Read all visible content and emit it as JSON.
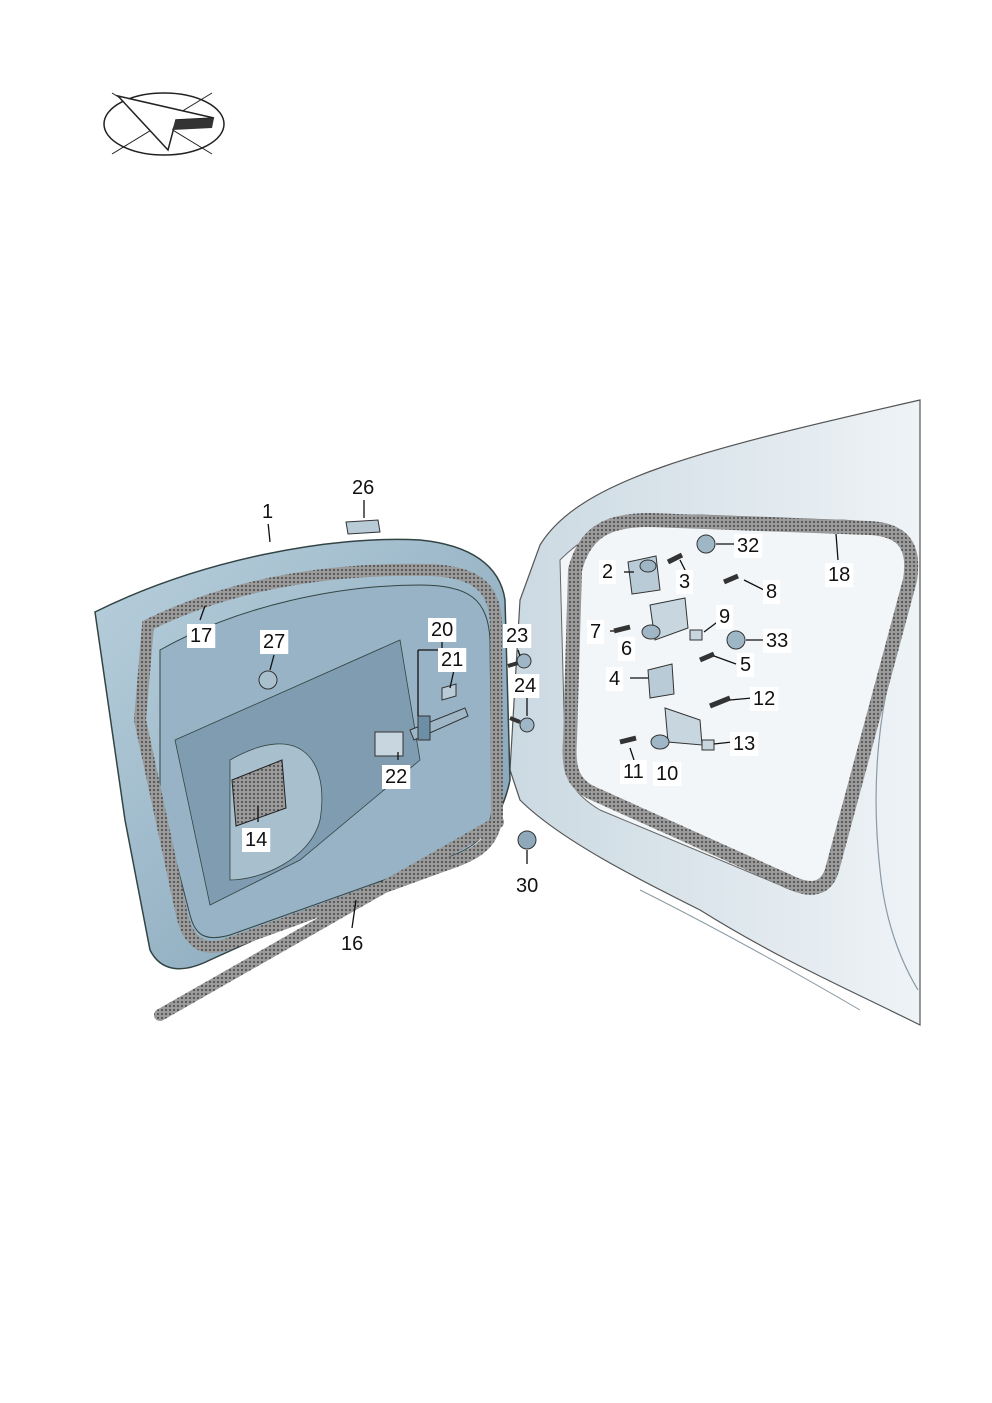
{
  "logo": {
    "icon": "direction-arrow-logo-icon"
  },
  "callouts": {
    "c1": "1",
    "c2": "2",
    "c3": "3",
    "c4": "4",
    "c5": "5",
    "c6": "6",
    "c7": "7",
    "c8": "8",
    "c9": "9",
    "c10": "10",
    "c11": "11",
    "c12": "12",
    "c13": "13",
    "c14": "14",
    "c16": "16",
    "c17": "17",
    "c18": "18",
    "c20": "20",
    "c21": "21",
    "c22": "22",
    "c23": "23",
    "c24": "24",
    "c26": "26",
    "c27": "27",
    "c30": "30",
    "c32": "32",
    "c33": "33"
  },
  "colors": {
    "panel": "#a9c3d2",
    "panel_dark": "#6d8fa6",
    "body": "#e4ecf1",
    "seal": "#8a8a8a",
    "seal_dot": "#3a3a3a",
    "part": "#b8cbd6"
  }
}
